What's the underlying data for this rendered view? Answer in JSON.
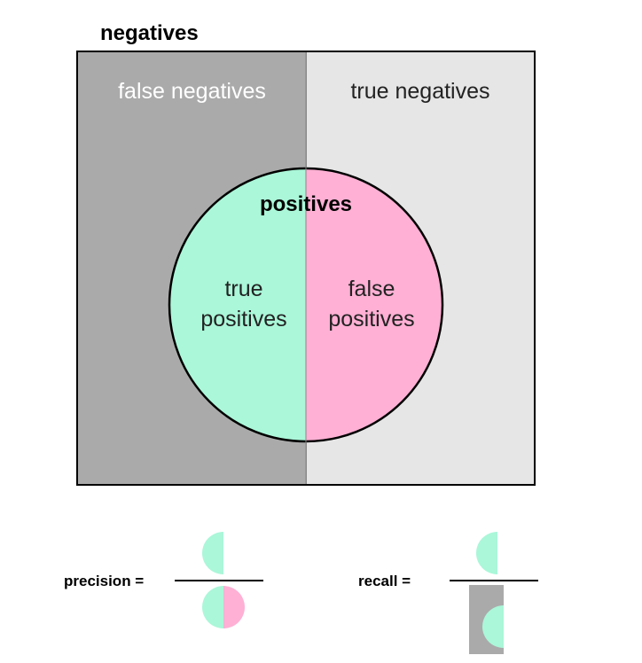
{
  "diagram": {
    "negatives_title": "negatives",
    "false_negatives": "false negatives",
    "true_negatives": "true negatives",
    "positives_title": "positives",
    "true_positives": [
      "true",
      "positives"
    ],
    "false_positives": [
      "false",
      "positives"
    ]
  },
  "formulas": {
    "precision_label": "precision =",
    "recall_label": "recall ="
  },
  "colors": {
    "false_negative_region": "#aaaaaa",
    "true_negative_region": "#e6e6e6",
    "true_positive": "#aaf7d9",
    "false_positive": "#ffb0d4",
    "outline": "#000000"
  }
}
